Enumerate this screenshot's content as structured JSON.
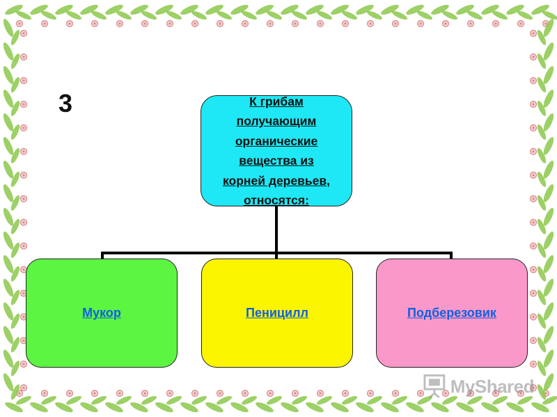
{
  "slide": {
    "number": "3"
  },
  "question": {
    "text": "К грибам получающим органические вещества из корней деревьев, относятся:"
  },
  "answers": [
    {
      "label": "Мукор",
      "color": "#5cf542"
    },
    {
      "label": "Пеницилл",
      "color": "#fbf500"
    },
    {
      "label": "Подберезовик",
      "color": "#fa98c9"
    }
  ],
  "colors": {
    "question_box": "#1ee8f5",
    "link": "#1060e0",
    "frame_leaf": "#8cc84b",
    "frame_dot": "#d98a8a"
  },
  "watermark": {
    "text": "MyShared",
    "icon": "projector-screen-icon"
  }
}
